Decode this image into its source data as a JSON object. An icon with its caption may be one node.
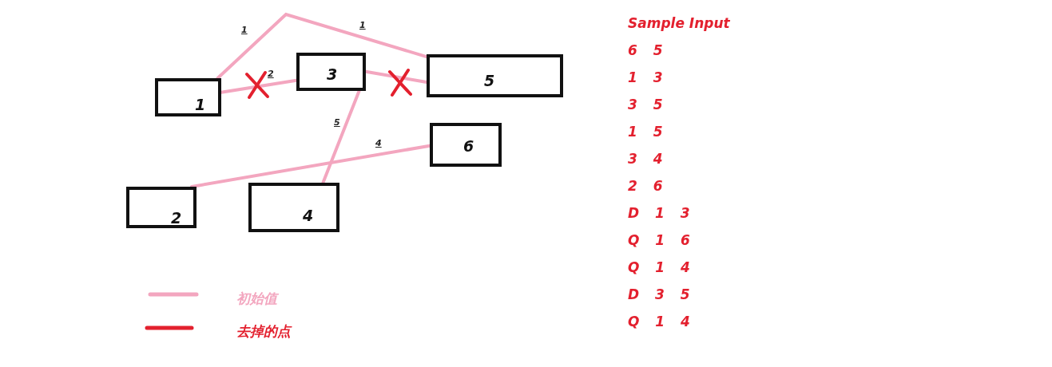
{
  "diagram": {
    "nodes": [
      {
        "text": [
          "1"
        ]
      },
      {
        "text": [
          "2"
        ]
      },
      {
        "text": [
          "3"
        ]
      },
      {
        "text": [
          "4"
        ]
      },
      {
        "text": [
          "5"
        ]
      },
      {
        "text": [
          "6"
        ]
      }
    ],
    "edges": [
      {
        "from": 0,
        "to": 4,
        "arrow": "none",
        "label": "1"
      },
      {
        "from": 0,
        "to": 2,
        "arrow": "none",
        "label": "2"
      },
      {
        "from": 2,
        "to": 4,
        "arrow": "none"
      },
      {
        "from": 2,
        "to": 3,
        "arrow": "none",
        "label": "5"
      },
      {
        "from": 1,
        "to": 5,
        "arrow": "none",
        "label": "4"
      }
    ],
    "labels": [
      "1",
      "Sample Input",
      "6 5",
      "1 3",
      "3 5",
      "1 5",
      "3 4",
      "2 6",
      "D 1 3",
      "Q 1 6",
      "Q 1 4",
      "D 3 5",
      "Q 1 4"
    ],
    "legend": [
      {
        "text": "初始值"
      },
      {
        "text": "去掉的点"
      }
    ]
  }
}
